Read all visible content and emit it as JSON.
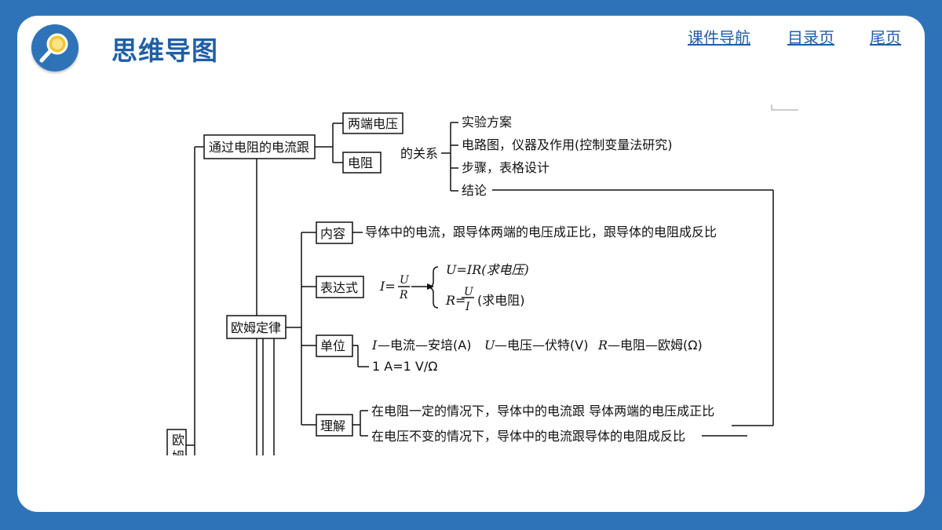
{
  "header": {
    "title": "思维导图",
    "nav": [
      "课件导航",
      "目录页",
      "尾页"
    ]
  },
  "mindmap": {
    "root_partial": [
      "欧",
      "姆"
    ],
    "branch1": {
      "label": "通过电阻的电流跟",
      "voltage_box": "两端电压",
      "resistance_box": "电阻",
      "relation": "的关系",
      "items": [
        "实验方案",
        "电路图，仪器及作用(控制变量法研究)",
        "步骤，表格设计",
        "结论"
      ]
    },
    "branch2": {
      "label": "欧姆定律",
      "content": {
        "label": "内容",
        "text": "导体中的电流，跟导体两端的电压成正比，跟导体的电阻成反比"
      },
      "expression": {
        "label": "表达式",
        "formula_lhs": "I=",
        "frac_num": "U",
        "frac_den": "R",
        "u_formula": "U=IR(求电压)",
        "r_lhs": "R=",
        "r_num": "U",
        "r_den": "I",
        "r_note": "(求电阻)"
      },
      "unit": {
        "label": "单位",
        "line1_i": "I",
        "line1_i_text": "—电流—安培(A)",
        "line1_u": "U",
        "line1_u_text": "—电压—伏特(V)",
        "line1_r": "R",
        "line1_r_text": "—电阻—欧姆(Ω)",
        "line2": "1 A=1 V/Ω"
      },
      "understanding": {
        "label": "理解",
        "items": [
          "在电阻一定的情况下，导体中的电流跟 导体两端的电压成正比",
          "在电压不变的情况下，导体中的电流跟导体的电阻成反比"
        ]
      }
    }
  },
  "colors": {
    "background": "#2E73B8",
    "accent": "#1F5FA6",
    "card": "#FFFFFF"
  }
}
